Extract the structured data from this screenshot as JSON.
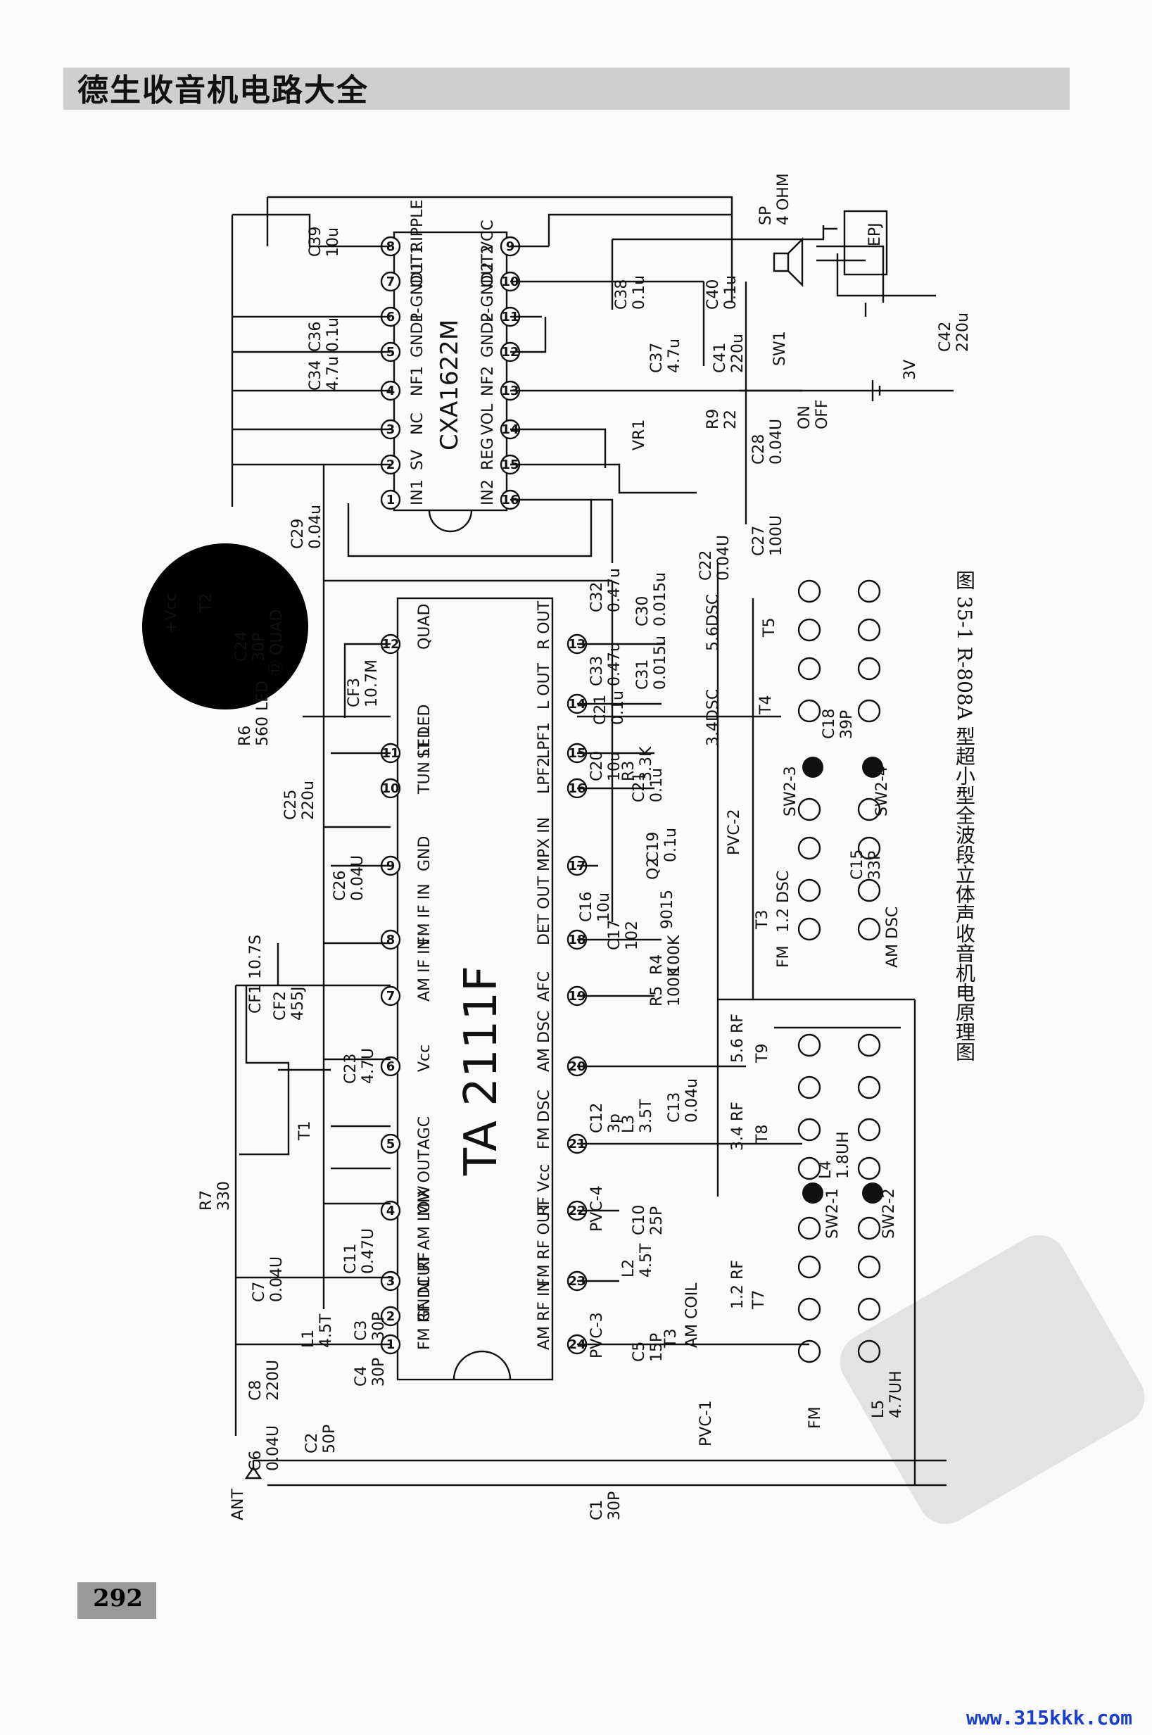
{
  "header": {
    "book_title": "德生收音机电路大全"
  },
  "page_number": "292",
  "footer": {
    "url": "www.315kkk.com"
  },
  "caption": "图 35-1  R-808A 型超小型全波段立体声收音机电原理图",
  "ic1": {
    "name": "CXA1622M",
    "pins_top": [
      {
        "n": "8",
        "label": "RIPPLE"
      },
      {
        "n": "7",
        "label": "OUT1"
      },
      {
        "n": "6",
        "label": "P-GND1"
      },
      {
        "n": "5",
        "label": "GND1"
      },
      {
        "n": "4",
        "label": "NF1"
      },
      {
        "n": "3",
        "label": "NC"
      },
      {
        "n": "2",
        "label": "SV"
      },
      {
        "n": "1",
        "label": "IN1"
      }
    ],
    "pins_bottom": [
      {
        "n": "9",
        "label": "VCC"
      },
      {
        "n": "10",
        "label": "OUT2"
      },
      {
        "n": "11",
        "label": "P-GND2"
      },
      {
        "n": "12",
        "label": "GND2"
      },
      {
        "n": "13",
        "label": "NF2"
      },
      {
        "n": "14",
        "label": "VOL"
      },
      {
        "n": "15",
        "label": "REG"
      },
      {
        "n": "16",
        "label": "IN2"
      }
    ]
  },
  "ic2": {
    "name": "TA 2111F",
    "pins_top": [
      {
        "n": "12",
        "label": "QUAD"
      },
      {
        "n": "11",
        "label": "ST LED"
      },
      {
        "n": "10",
        "label": "TUN LED"
      },
      {
        "n": "9",
        "label": "GND"
      },
      {
        "n": "8",
        "label": "FM IF IN"
      },
      {
        "n": "7",
        "label": "AM IF IN"
      },
      {
        "n": "6",
        "label": "Vcc"
      },
      {
        "n": "5",
        "label": "AGC"
      },
      {
        "n": "4",
        "label": "MIX OUT"
      },
      {
        "n": "3",
        "label": "CUT AM LOW"
      },
      {
        "n": "2",
        "label": "GND1 RF"
      },
      {
        "n": "1",
        "label": "FM RF IN"
      }
    ],
    "pins_bottom": [
      {
        "n": "13",
        "label": "R OUT"
      },
      {
        "n": "14",
        "label": "L OUT"
      },
      {
        "n": "15",
        "label": "LPF1"
      },
      {
        "n": "16",
        "label": "LPF2"
      },
      {
        "n": "17",
        "label": "MPX IN"
      },
      {
        "n": "18",
        "label": "DET OUT"
      },
      {
        "n": "19",
        "label": "AFC"
      },
      {
        "n": "20",
        "label": "AM DSC"
      },
      {
        "n": "21",
        "label": "FM DSC"
      },
      {
        "n": "22",
        "label": "RF Vcc"
      },
      {
        "n": "23",
        "label": "FM RF OUT"
      },
      {
        "n": "24",
        "label": "AM RF IN"
      }
    ]
  },
  "labels": {
    "C39": "C39",
    "C39v": "10u",
    "C36": "C36",
    "C36v": "0.1u",
    "C34": "C34",
    "C34v": "4.7u",
    "C29": "C29",
    "C29v": "0.04u",
    "C38": "C38",
    "C38v": "0.1u",
    "C40": "C40",
    "C40v": "0.1u",
    "C41": "C41",
    "C41v": "220u",
    "C37": "C37",
    "C37v": "4.7u",
    "C42": "C42",
    "C42v": "220u",
    "R9": "R9",
    "R9v": "22",
    "C28": "C28",
    "C28v": "0.04U",
    "C27": "C27",
    "C27v": "100U",
    "C22": "C22",
    "C22v": "0.04U",
    "SW1": "SW1",
    "ON": "ON",
    "OFF": "OFF",
    "V3": "3V",
    "SP": "SP",
    "SPv": "4 OHM",
    "EPJ": "EPJ",
    "VR1": "VR1",
    "T2": "T2",
    "Vcc": "+Vcc",
    "C24": "C24",
    "C24v": "30P",
    "QUAD12": "⑫ QUAD",
    "CF3": "CF3",
    "CF3v": "10.7M",
    "R6": "R6",
    "R6v": "560",
    "LED": "LED",
    "C25": "C25",
    "C25v": "220u",
    "C26": "C26",
    "C26v": "0.04U",
    "CF1": "CF1 10.7S",
    "CF2": "CF2",
    "CF2v": "455J",
    "C23": "C23",
    "C23v": "4.7U",
    "T1": "T1",
    "R7": "R7",
    "R7v": "330",
    "C11": "C11",
    "C11v": "0.47U",
    "C7": "C7",
    "C7v": "0.04U",
    "C8": "C8",
    "C8v": "220U",
    "L1": "L1",
    "L1v": "4.5T",
    "C3": "C3",
    "C3v": "30P",
    "C4": "C4",
    "C4v": "30P",
    "C6": "C6",
    "C6v": "0.04U",
    "C2": "C2",
    "C2v": "50P",
    "ANT": "ANT",
    "C1": "C1",
    "C1v": "30P",
    "C32": "C32",
    "C32v": "0.47u",
    "C30": "C30",
    "C30v": "0.015u",
    "C33": "C33",
    "C33v": "0.47u",
    "C31": "C31",
    "C31v": "0.015u",
    "C21a": "C21",
    "C21av": "0.1u",
    "C20": "C20",
    "C20v": "10u",
    "R3": "R3",
    "R3v": "3.3K",
    "C21b": "C21",
    "C21bv": "0.1u",
    "C19": "C19",
    "C19v": "0.1u",
    "C16": "C16",
    "C16v": "10u",
    "Q2": "Q2",
    "Q2v": "9015",
    "C17": "C17",
    "C17v": "102",
    "R4": "R4",
    "R4v": "100K",
    "R5": "R5",
    "R5v": "100K",
    "C12": "C12",
    "C12v": "3p",
    "L3": "L3",
    "L3v": "3.5T",
    "C13": "C13",
    "C13v": "0.04u",
    "PVC4": "PVC-4",
    "C10": "C10",
    "C10v": "25P",
    "L2": "L2",
    "L2v": "4.5T",
    "PVC3": "PVC-3",
    "C5": "C5",
    "C5v": "15P",
    "PVC1": "PVC-1",
    "T3c": "T3",
    "AMCOIL": "AM COIL",
    "T5": "T5",
    "DSC56": "5.6DSC",
    "T4": "T4",
    "DSC34": "3.4DSC",
    "C18": "C18",
    "C18v": "39P",
    "SW23": "SW2-3",
    "SW24": "SW2-4",
    "PVC2": "PVC-2",
    "C15": "C15",
    "C15v": "33P",
    "T3": "T3",
    "DSC12": "1.2 DSC",
    "FM": "FM",
    "AMDSC": "AM DSC",
    "T9": "T9",
    "RF56": "5.6 RF",
    "T8": "T8",
    "RF34": "3.4 RF",
    "L4": "L4",
    "L4v": "1.8UH",
    "SW21": "SW2-1",
    "SW22": "SW2-2",
    "T7": "T7",
    "RF12": "1.2 RF",
    "L5": "L5",
    "L5v": "4.7UH",
    "FM2": "FM"
  }
}
